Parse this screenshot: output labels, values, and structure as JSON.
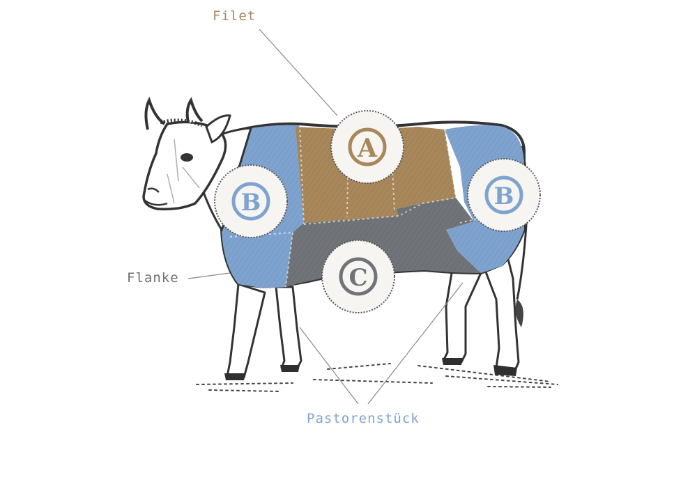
{
  "colors": {
    "filet": "#a8875a",
    "pastorenstueck": "#7fa3cf",
    "flanke_text": "#6f6f6f",
    "grey_cut": "#707377",
    "badge_bg": "#f7f5f1",
    "ink": "#3a3a3a"
  },
  "labels": {
    "filet": "Filet",
    "flanke": "Flanke",
    "pastorenstueck": "Pastorenstück"
  },
  "badges": {
    "a": "A",
    "b_front": "B",
    "b_rear": "B",
    "c": "C"
  }
}
